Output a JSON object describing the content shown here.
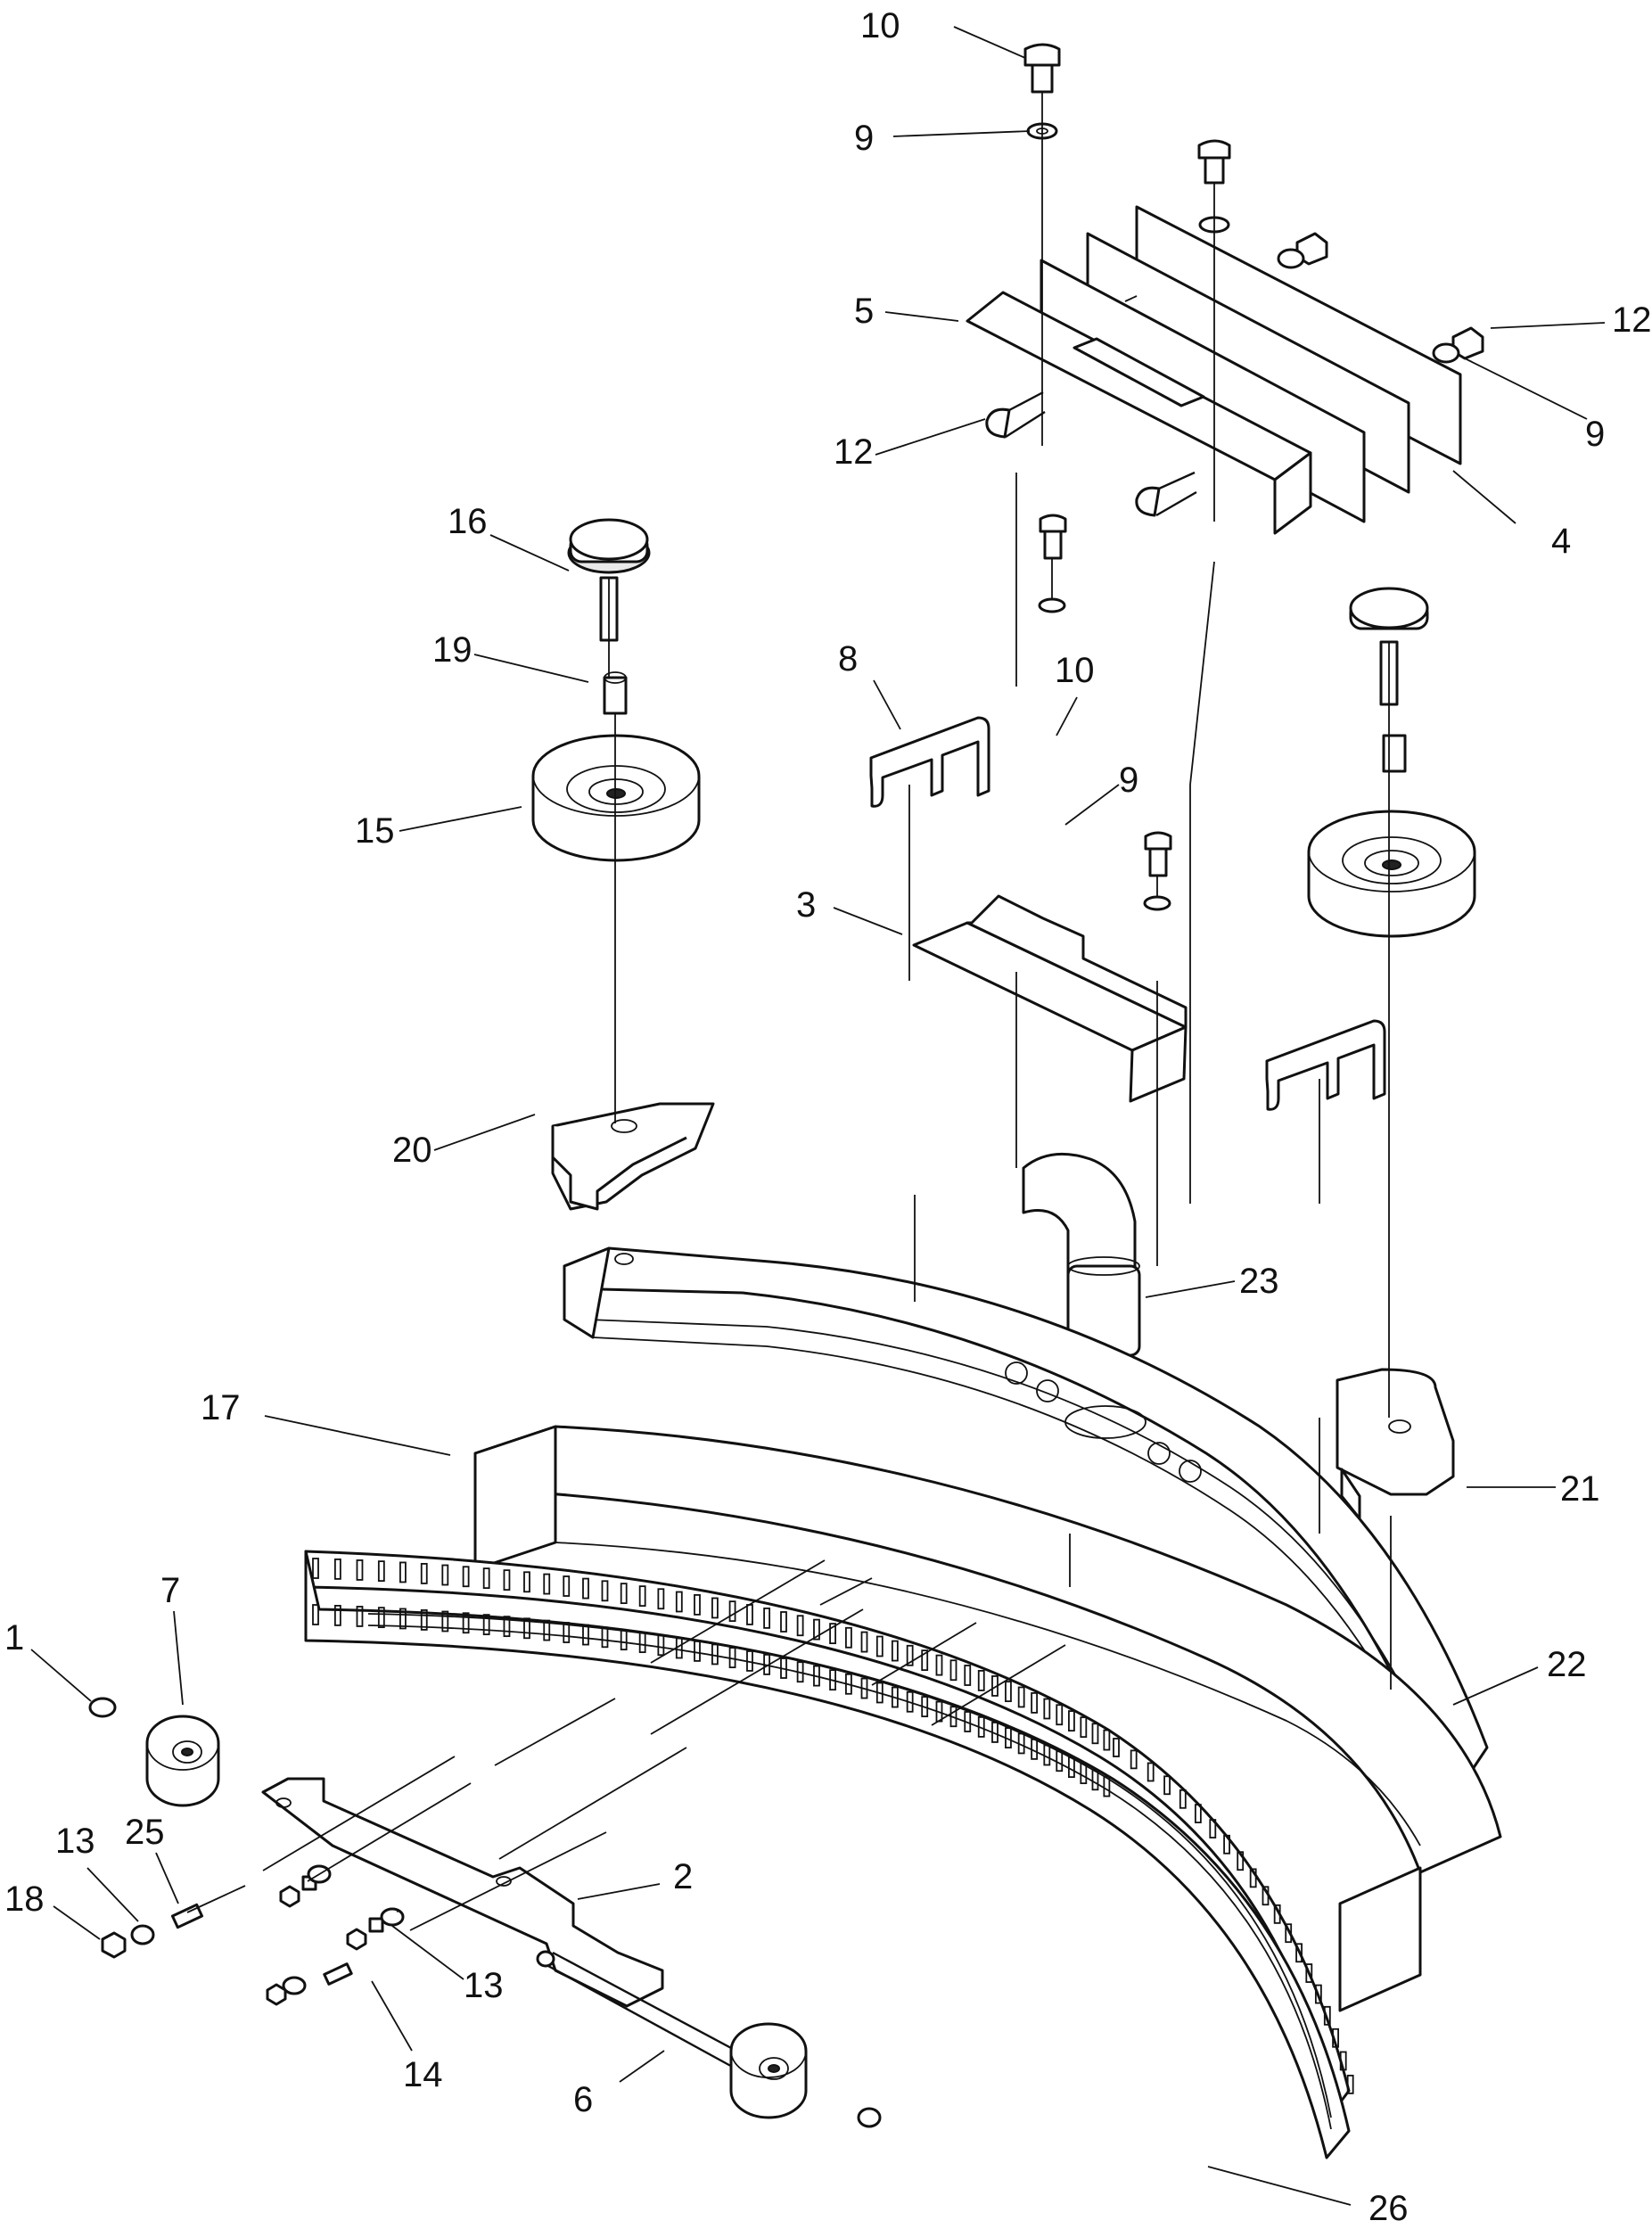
{
  "diagram": {
    "callouts": [
      {
        "id": "c10a",
        "text": "10"
      },
      {
        "id": "c9a",
        "text": "9"
      },
      {
        "id": "c5",
        "text": "5"
      },
      {
        "id": "c12a",
        "text": "12"
      },
      {
        "id": "c12b",
        "text": "12"
      },
      {
        "id": "c9b",
        "text": "9"
      },
      {
        "id": "c4",
        "text": "4"
      },
      {
        "id": "c16",
        "text": "16"
      },
      {
        "id": "c19",
        "text": "19"
      },
      {
        "id": "c15",
        "text": "15"
      },
      {
        "id": "c8",
        "text": "8"
      },
      {
        "id": "c10b",
        "text": "10"
      },
      {
        "id": "c9c",
        "text": "9"
      },
      {
        "id": "c3",
        "text": "3"
      },
      {
        "id": "c20",
        "text": "20"
      },
      {
        "id": "c23",
        "text": "23"
      },
      {
        "id": "c17",
        "text": "17"
      },
      {
        "id": "c21",
        "text": "21"
      },
      {
        "id": "c22",
        "text": "22"
      },
      {
        "id": "c1",
        "text": "1"
      },
      {
        "id": "c7",
        "text": "7"
      },
      {
        "id": "c13a",
        "text": "13"
      },
      {
        "id": "c25",
        "text": "25"
      },
      {
        "id": "c18",
        "text": "18"
      },
      {
        "id": "c2",
        "text": "2"
      },
      {
        "id": "c13b",
        "text": "13"
      },
      {
        "id": "c14",
        "text": "14"
      },
      {
        "id": "c6",
        "text": "6"
      },
      {
        "id": "c26",
        "text": "26"
      }
    ]
  }
}
